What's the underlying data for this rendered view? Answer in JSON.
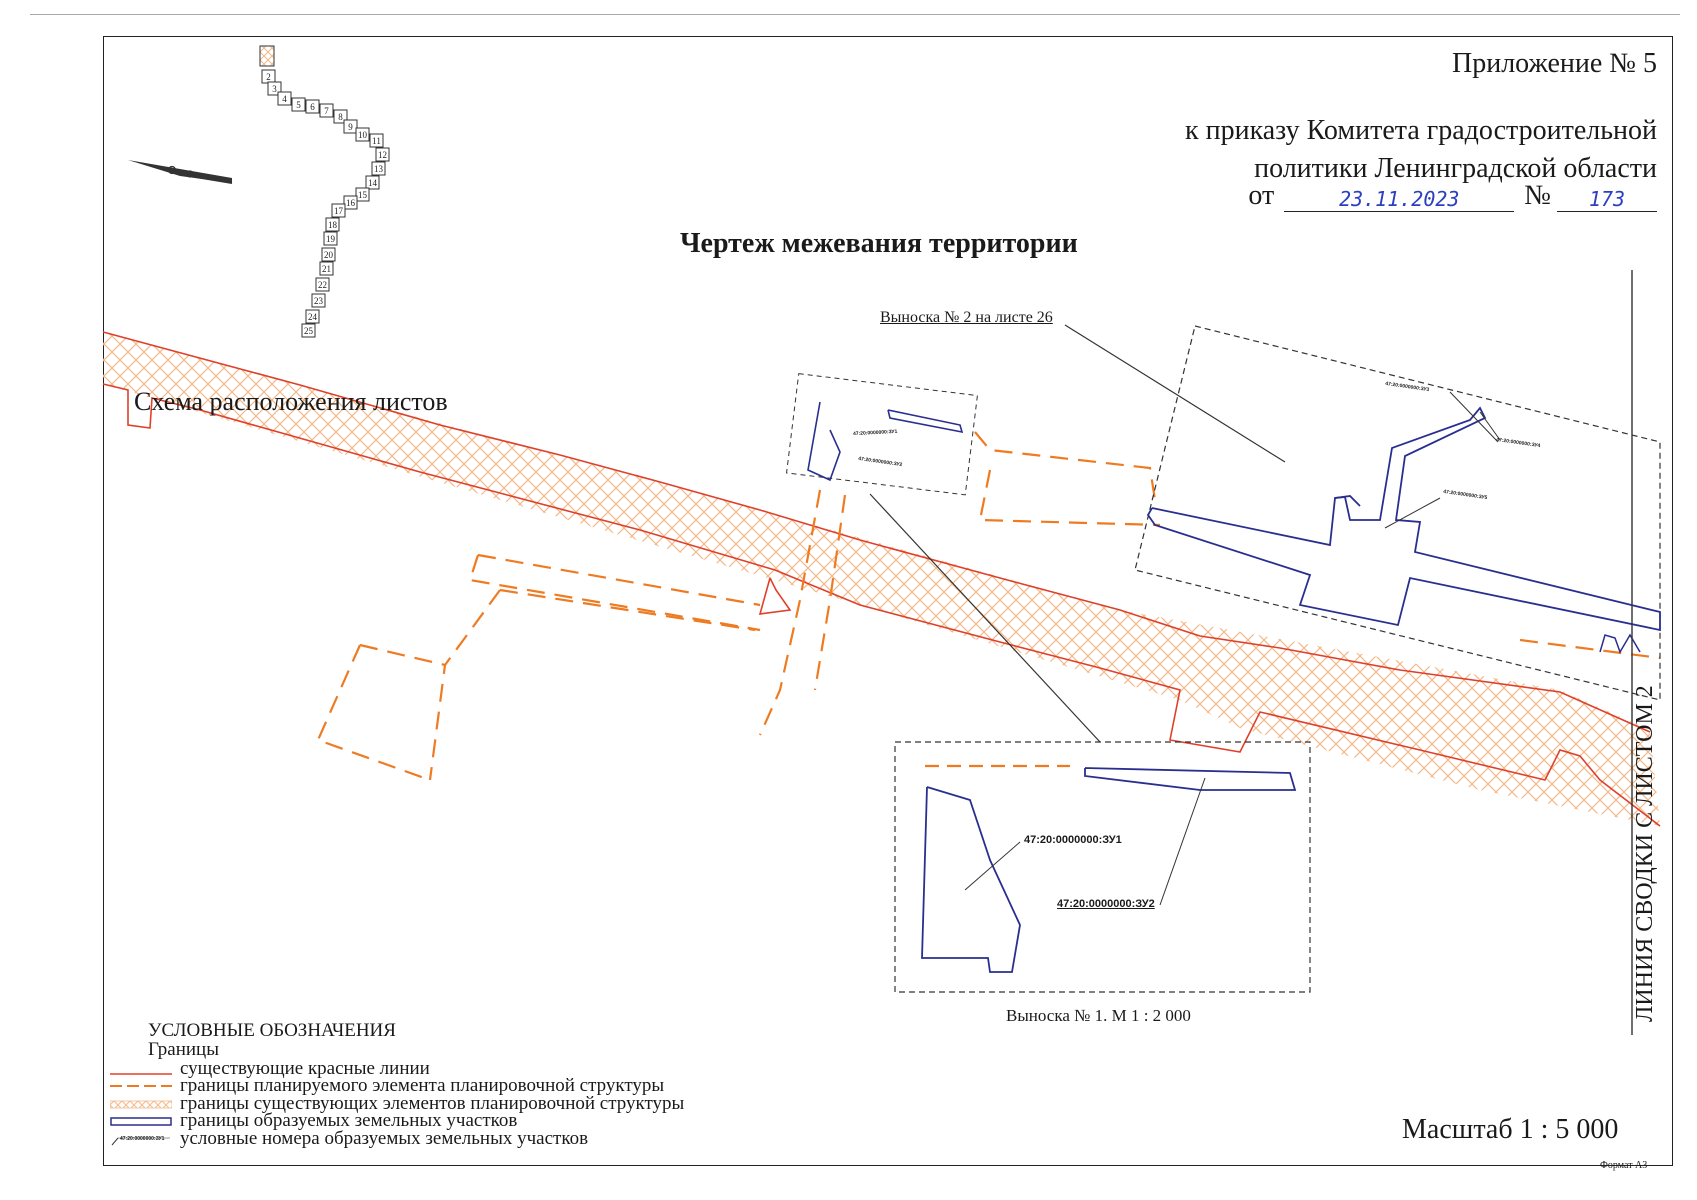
{
  "header": {
    "appendix": "Приложение № 5",
    "order_line1": "к приказу Комитета градостроительной",
    "order_line2": "политики Ленинградской области",
    "date_prefix": "от",
    "date_value": "23.11.2023",
    "number_prefix": "№",
    "number_value": "173"
  },
  "title": "Чертеж межевания территории",
  "scheme_label": "Схема расположения листов",
  "sheet_index": {
    "sheets": [
      "2",
      "3",
      "4",
      "5",
      "6",
      "7",
      "8",
      "9",
      "10",
      "11",
      "12",
      "13",
      "14",
      "15",
      "16",
      "17",
      "18",
      "19",
      "20",
      "21",
      "22",
      "23",
      "24",
      "25"
    ]
  },
  "callouts": {
    "callout2": "Выноска № 2 на листе 26",
    "callout1": "Выноска № 1. М 1 : 2 000",
    "plot1": "47:20:0000000:ЗУ1",
    "plot2": "47:20:0000000:ЗУ2",
    "plot3": "47:20:0000000:ЗУ3",
    "plot4": "47:20:0000000:ЗУ4",
    "plot5": "47:20:0000000:ЗУ5"
  },
  "vertical_label": "ЛИНИЯ СВОДКИ С ЛИСТОМ 2",
  "scale": "Масштаб 1 : 5 000",
  "format": "Формат А3",
  "legend": {
    "heading": "УСЛОВНЫЕ ОБОЗНАЧЕНИЯ",
    "subheading": "Границы",
    "items": [
      {
        "label": "существующие красные линии",
        "symbol": "red-line"
      },
      {
        "label": "границы планируемого элемента планировочной структуры",
        "symbol": "orange-dashed"
      },
      {
        "label": "границы существующих элементов планировочной структуры",
        "symbol": "orange-hatch"
      },
      {
        "label": "границы образуемых земельных участков",
        "symbol": "blue-outline"
      },
      {
        "label": "условные номера образуемых земельных участков",
        "symbol": "label-leader",
        "sample": "47:20:0000000:ЗУ1"
      }
    ]
  },
  "colors": {
    "red_line": "#e0402a",
    "planned_boundary": "#ee7b22",
    "hatch": "#f2b98a",
    "plot_boundary": "#2a2f8f",
    "text": "#1a1a1a",
    "handwriting": "#2d3fbf"
  }
}
